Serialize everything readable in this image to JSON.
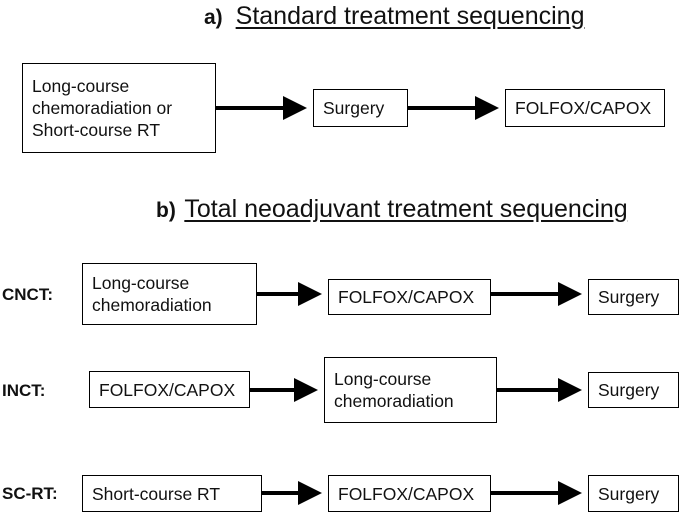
{
  "section_a": {
    "letter": "a)",
    "title": "Standard treatment sequencing"
  },
  "section_b": {
    "letter": "b)",
    "title": "Total neoadjuvant treatment sequencing"
  },
  "standard": {
    "step1": "Long-course\nchemoradiation or\nShort-course RT",
    "step2": "Surgery",
    "step3": "FOLFOX/CAPOX"
  },
  "cnct": {
    "label": "CNCT:",
    "step1": "Long-course\nchemoradiation",
    "step2": "FOLFOX/CAPOX",
    "step3": "Surgery"
  },
  "inct": {
    "label": "INCT:",
    "step1": "FOLFOX/CAPOX",
    "step2": "Long-course\nchemoradiation",
    "step3": "Surgery"
  },
  "scrt": {
    "label": "SC-RT:",
    "step1": "Short-course RT",
    "step2": "FOLFOX/CAPOX",
    "step3": "Surgery"
  }
}
